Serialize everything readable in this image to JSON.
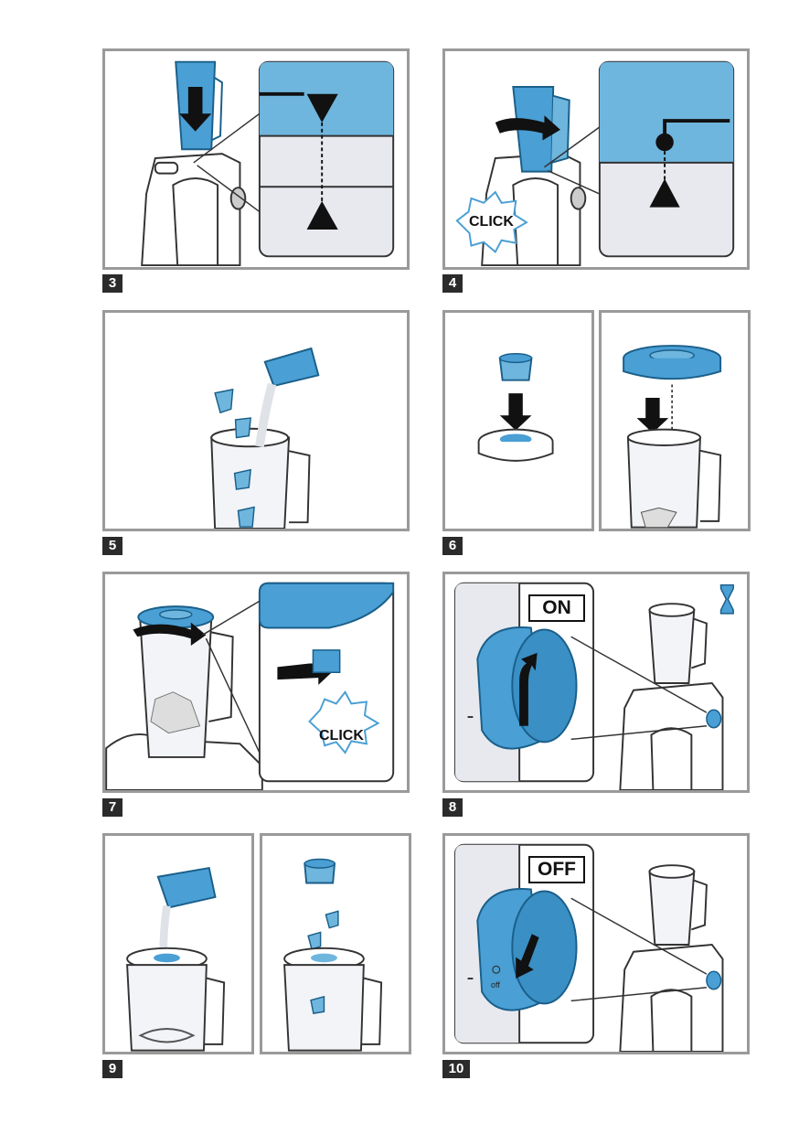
{
  "steps": {
    "s3": "3",
    "s4": "4",
    "s5": "5",
    "s6": "6",
    "s7": "7",
    "s8": "8",
    "s9": "9",
    "s10": "10"
  },
  "labels": {
    "click": "CLICK",
    "on": "ON",
    "off": "OFF",
    "off_small": "off"
  },
  "colors": {
    "accent_blue": "#4a9fd4",
    "light_blue": "#6fb6de",
    "pale_grey": "#e8e9ee",
    "frame_grey": "#9a9a9a",
    "step_badge": "#2b2b2b"
  }
}
